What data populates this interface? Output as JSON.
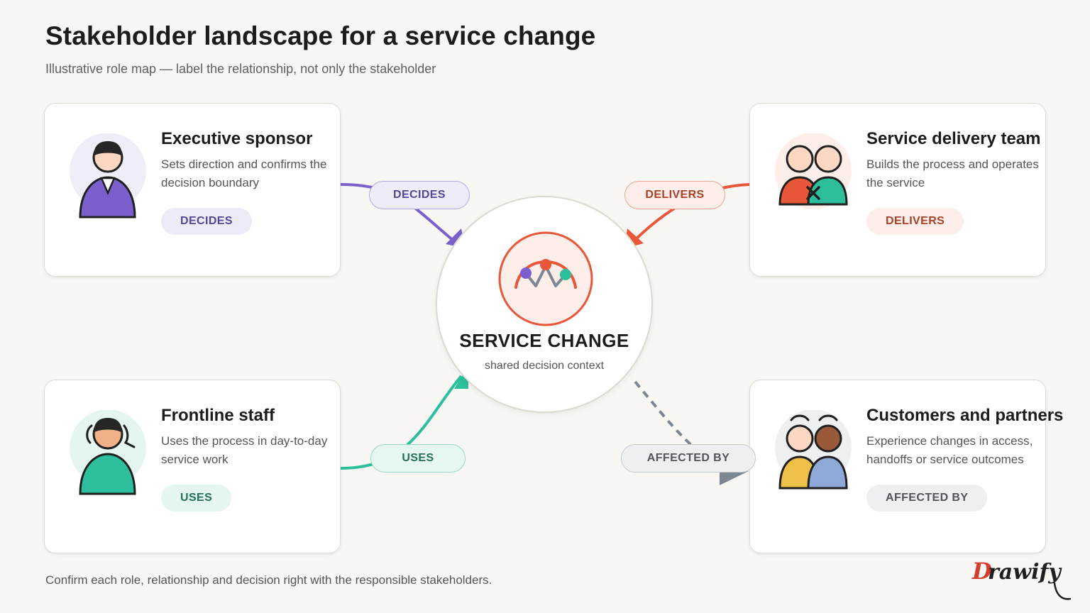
{
  "title": "Stakeholder landscape for a service change",
  "subtitle": "Illustrative role map — label the relationship, not only the stakeholder",
  "footer": "Confirm each role, relationship and decision right with the responsible stakeholders.",
  "hub": {
    "title": "SERVICE CHANGE",
    "subtitle": "shared decision context"
  },
  "stakeholders": [
    {
      "name": "Executive sponsor",
      "description": "Sets direction and confirms the decision boundary",
      "relationship": "DECIDES",
      "color": "#7b5fcc"
    },
    {
      "name": "Service delivery team",
      "description": "Builds the process and operates the service",
      "relationship": "DELIVERS",
      "color": "#e9573a"
    },
    {
      "name": "Frontline staff",
      "description": "Uses the process in day-to-day service work",
      "relationship": "USES",
      "color": "#2dbf9b"
    },
    {
      "name": "Customers and partners",
      "description": "Experience changes in access, handoffs or service outcomes",
      "relationship": "AFFECTED BY",
      "color": "#7c8791"
    }
  ],
  "logo": {
    "text": "Drawify"
  }
}
